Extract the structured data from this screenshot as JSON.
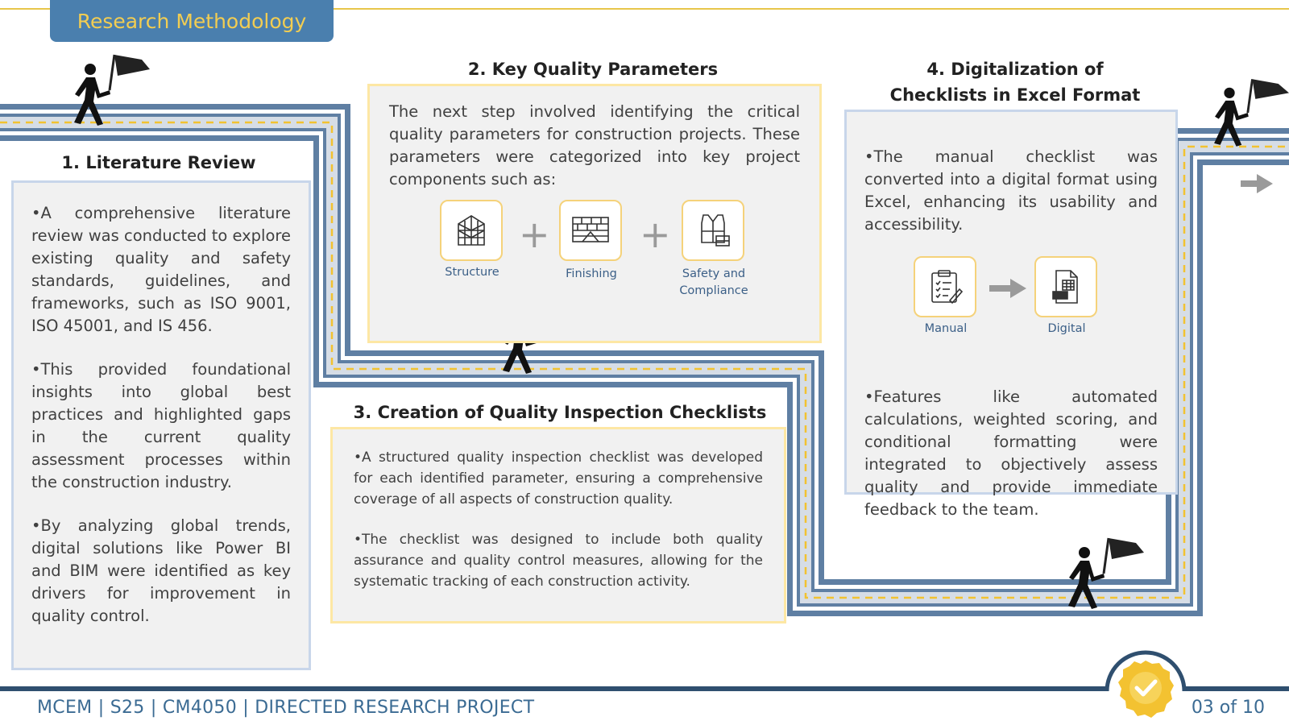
{
  "header": {
    "title": "Research Methodology"
  },
  "step1": {
    "heading": "1. Literature Review",
    "paragraphs": [
      "•A comprehensive literature review was conducted to explore existing quality and safety standards, guidelines, and frameworks, such as ISO 9001, ISO 45001, and IS 456.",
      "•This provided foundational insights into global best practices and highlighted gaps in the current quality assessment processes within the construction industry.",
      "•By analyzing global trends, digital solutions like Power BI and BIM were identified as key drivers for improvement in quality control."
    ]
  },
  "step2": {
    "heading": "2. Key Quality Parameters",
    "text": "The next step involved identifying the critical quality parameters for construction projects. These parameters were categorized into key project components such as:",
    "icons": [
      {
        "label": "Structure",
        "icon": "building-structure-icon"
      },
      {
        "label": "Finishing",
        "icon": "brick-wall-icon"
      },
      {
        "label": "Safety and Compliance",
        "icon": "safety-vest-icon"
      }
    ]
  },
  "step3": {
    "heading": "3. Creation of Quality Inspection Checklists",
    "paragraphs": [
      "•A structured quality inspection checklist was developed for each identified parameter, ensuring a comprehensive coverage of all aspects of construction quality.",
      "•The checklist was designed to include both quality assurance and quality control measures, allowing for the systematic tracking of each construction activity."
    ]
  },
  "step4": {
    "heading_line1": "4. Digitalization of",
    "heading_line2": "Checklists in Excel Format",
    "paragraphs": [
      "•The manual checklist was converted into a digital format using Excel, enhancing its usability and accessibility.",
      "•Features like automated calculations, weighted scoring, and conditional formatting were integrated to objectively assess quality and provide immediate feedback to the team."
    ],
    "icons": [
      {
        "label": "Manual",
        "icon": "clipboard-checklist-icon"
      },
      {
        "label": "Digital",
        "icon": "spreadsheet-file-icon"
      }
    ]
  },
  "footer": {
    "text": "MCEM | S25 | CM4050 | DIRECTED RESEARCH PROJECT",
    "page": "03 of 10"
  },
  "colors": {
    "road": "#5f7fa3",
    "dash": "#f2c230",
    "accent_yellow": "#f5d27a",
    "title_bg": "#4a7fae",
    "footer_blue": "#3b6b93"
  }
}
